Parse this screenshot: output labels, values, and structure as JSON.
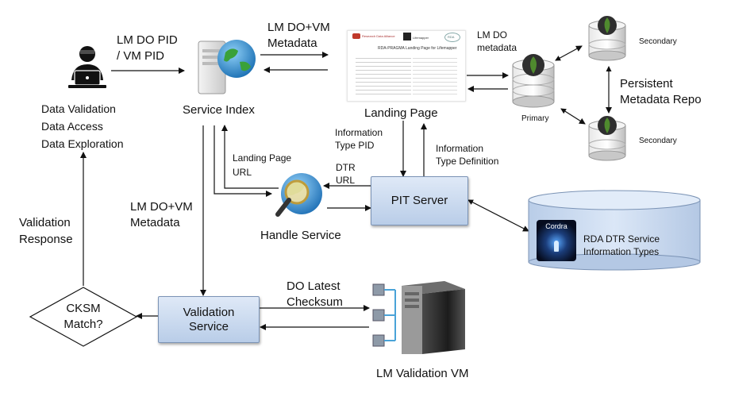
{
  "diagram": {
    "user_caption": [
      "Data Validation",
      "Data Access",
      "Data Exploration"
    ],
    "service_index_label": "Service Index",
    "landing_page_label": "Landing Page",
    "handle_service_label": "Handle Service",
    "pit_server_label": "PIT Server",
    "validation_service_label": [
      "Validation",
      "Service"
    ],
    "cksm_label": [
      "CKSM",
      "Match?"
    ],
    "lm_validation_vm_label": "LM Validation VM",
    "rda_label": [
      "RDA DTR Service",
      "Information Types"
    ],
    "cordra_label": "Cordra",
    "primary_label": "Primary",
    "secondary_top_label": "Secondary",
    "secondary_bottom_label": "Secondary",
    "persistent_repo_label": [
      "Persistent",
      "Metadata Repo"
    ],
    "edge_lm_do_pid": [
      "LM DO PID",
      "/ VM PID"
    ],
    "edge_lm_do_vm_metadata_top": [
      "LM DO+VM",
      "Metadata"
    ],
    "edge_lm_do_metadata": [
      "LM DO",
      "metadata"
    ],
    "edge_information_type_pid": [
      "Information",
      "Type PID"
    ],
    "edge_information_type_definition": [
      "Information",
      "Type Definition"
    ],
    "edge_landing_page_url": [
      "Landing Page",
      "URL"
    ],
    "edge_dtr_url": [
      "DTR",
      "URL"
    ],
    "edge_lm_do_vm_metadata_left": [
      "LM DO+VM",
      "Metadata"
    ],
    "edge_validation_response": [
      "Validation",
      "Response"
    ],
    "edge_do_latest_checksum": [
      "DO Latest",
      "Checksum"
    ],
    "thumb": {
      "logo_left": "Research Data Alliance",
      "logo_mid": "Lifemapper",
      "logo_right": "RDA",
      "title": "RDA-PRAGMA Landing Page for Lifemapper"
    },
    "colors": {
      "box_fill_top": "#dfe9f7",
      "box_fill_bottom": "#b9cde8",
      "box_border": "#7b93b5",
      "mongo_green": "#4f8a2e",
      "cylinder_blue": "#c7d9f1"
    }
  }
}
